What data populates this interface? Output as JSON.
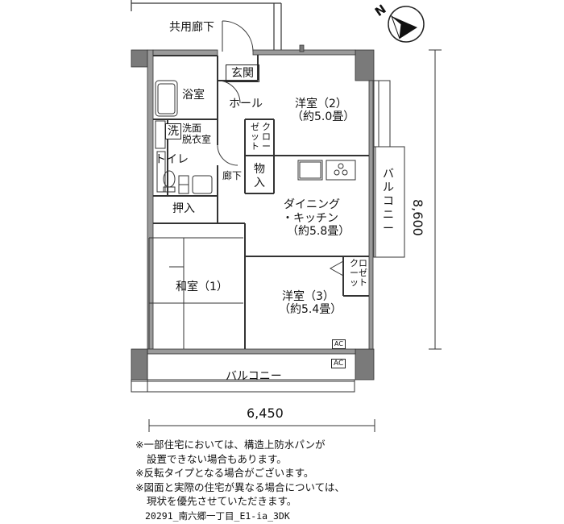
{
  "plan": {
    "corridor_label": "共用廊下",
    "entrance_label": "玄関",
    "hall_label": "ホール",
    "bath_label": "浴室",
    "wash_mark": "洗",
    "washroom_label_1": "洗面",
    "washroom_label_2": "脱衣室",
    "toilet_label": "トイレ",
    "oshiire_label": "押入",
    "hallway_label": "廊下",
    "storage_label": "物入",
    "closet_label": "クローゼット",
    "western_room_2_label": "洋室（2）",
    "western_room_2_size": "（約5.0畳）",
    "dining_label_1": "ダイニング",
    "dining_label_2": "・キッチン",
    "dining_size": "（約5.8畳）",
    "japanese_room_label": "和室（1）",
    "western_room_3_label": "洋室（3）",
    "western_room_3_size": "（約5.4畳）",
    "balcony_side_label": "バルコニー",
    "balcony_bottom_label": "バルコニー",
    "ac_label": "AC",
    "width_dimension": "6,450",
    "height_dimension": "8,600",
    "compass_letter": "N"
  },
  "notes": {
    "line1": "※一部住宅においては、構造上防水パンが",
    "line2": "設置できない場合もあります。",
    "line3": "※反転タイプとなる場合がございます。",
    "line4": "※図面と実際の住宅が異なる場合については、",
    "line5": "現状を優先させていただきます。"
  },
  "footer": {
    "code": "20291_南六郷一丁目_E1-ia_3DK"
  }
}
